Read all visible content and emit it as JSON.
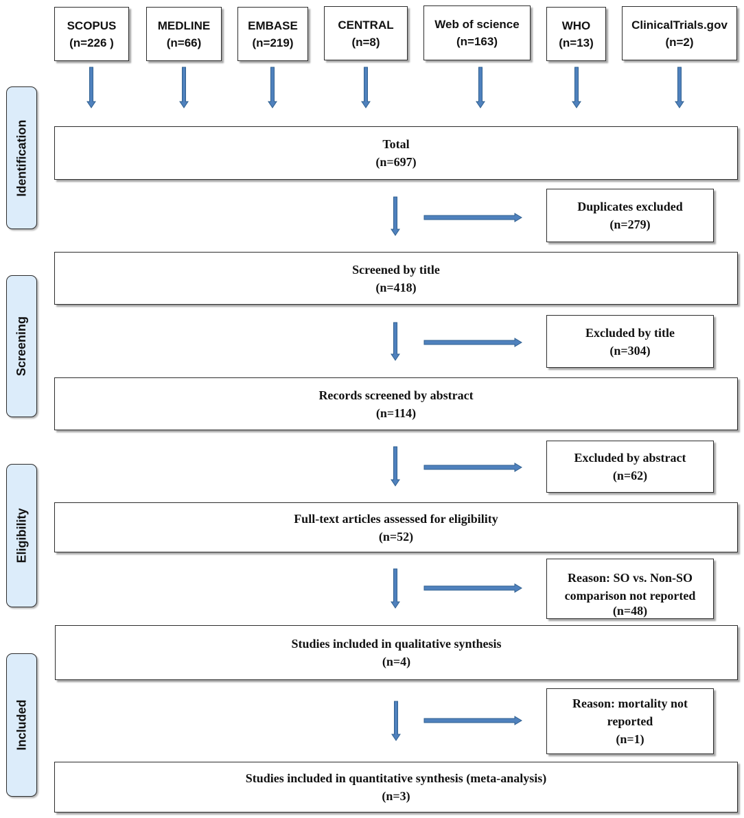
{
  "sources": [
    {
      "name": "SCOPUS",
      "count": "(n=226 )"
    },
    {
      "name": "MEDLINE",
      "count": "(n=66)"
    },
    {
      "name": "EMBASE",
      "count": "(n=219)"
    },
    {
      "name": "CENTRAL",
      "count": "(n=8)"
    },
    {
      "name": "Web of science",
      "count": "(n=163)"
    },
    {
      "name": "WHO",
      "count": "(n=13)"
    },
    {
      "name": "ClinicalTrials.gov",
      "count": "(n=2)"
    }
  ],
  "stages": [
    "Identification",
    "Screening",
    "Eligibility",
    "Included"
  ],
  "main_boxes": [
    {
      "line1": "Total",
      "line2": "(n=697)"
    },
    {
      "line1": "Screened by title",
      "line2": "(n=418)"
    },
    {
      "line1": "Records screened by abstract",
      "line2": "(n=114)"
    },
    {
      "line1": "Full-text articles assessed for eligibility",
      "line2": "(n=52)"
    },
    {
      "line1": "Studies included in qualitative synthesis",
      "line2": "(n=4)"
    },
    {
      "line1": "Studies included in quantitative synthesis (meta-analysis)",
      "line2": "(n=3)"
    }
  ],
  "side_boxes": [
    {
      "lines": [
        "Duplicates excluded",
        "(n=279)"
      ]
    },
    {
      "lines": [
        "Excluded by title",
        "(n=304)"
      ]
    },
    {
      "lines": [
        "Excluded by abstract",
        "(n=62)"
      ]
    },
    {
      "lines": [
        "Reason: SO vs. Non-SO",
        "comparison not reported",
        "(n=48)"
      ]
    },
    {
      "lines": [
        "Reason: mortality not",
        "reported",
        "(n=1)"
      ]
    }
  ],
  "colors": {
    "arrow": "#4f81bd",
    "arrow_edge": "#2f5f8f",
    "stage_fill": "#dcecfa"
  }
}
